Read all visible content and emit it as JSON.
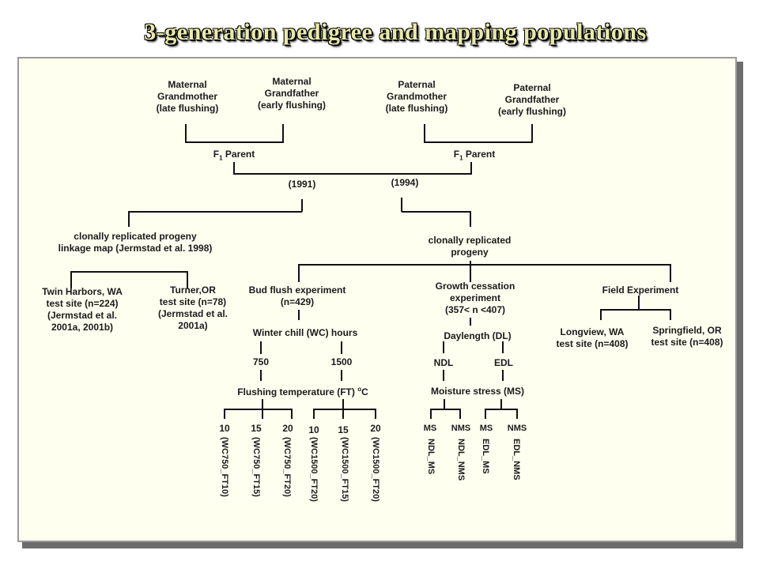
{
  "title": "3-generation pedigree and mapping populations",
  "nodes": {
    "mgm_1": "Maternal",
    "mgm_2": "Grandmother",
    "mgm_3": "(late flushing)",
    "mgf_1": "Maternal",
    "mgf_2": "Grandfather",
    "mgf_3": "(early flushing)",
    "pgm_1": "Paternal",
    "pgm_2": "Grandmother",
    "pgm_3": "(late flushing)",
    "pgf_1": "Paternal",
    "pgf_2": "Grandfather",
    "pgf_3": "(early flushing)",
    "f1_prefix": "F",
    "f1_sub": "1",
    "f1_suffix": " Parent",
    "year_1991": "(1991)",
    "year_1994": "(1994)",
    "crp_link_1": "clonally replicated progeny",
    "crp_link_2": "linkage map (Jermstad et al. 1998)",
    "crp_2_1": "clonally replicated",
    "crp_2_2": "progeny",
    "twin_1": "Twin Harbors, WA",
    "twin_2": "test site  (n=224)",
    "twin_3": "(Jermstad et al.",
    "twin_4": "2001a, 2001b)",
    "turner_1": "Turner,OR",
    "turner_2": "test site  (n=78)",
    "turner_3": "(Jermstad et al.",
    "turner_4": "2001a)",
    "bud_1": "Bud flush experiment",
    "bud_2": "(n=429)",
    "growth_1": "Growth cessation",
    "growth_2": "experiment",
    "growth_3": "(357< n <407)",
    "field": "Field Experiment",
    "wc": "Winter chill (WC)  hours",
    "wc_750": "750",
    "wc_1500": "1500",
    "ft_label": "Flushing temperature  (FT) ",
    "ft_sup": "o",
    "ft_unit": "C",
    "dl": "Daylength  (DL)",
    "ndl": "NDL",
    "edl": "EDL",
    "ms_label": "Moisture stress (MS)",
    "longview_1": "Longview, WA",
    "longview_2": "test site  (n=408)",
    "spring_1": "Springfield, OR",
    "spring_2": "test site  (n=408)",
    "temp_10": "10",
    "temp_15": "15",
    "temp_20": "20",
    "ms": "MS",
    "nms": "NMS"
  },
  "leaves": {
    "wc750_ft10": "(WC750_FT10)",
    "wc750_ft15": "(WC750_FT15)",
    "wc750_ft20": "(WC750_FT20)",
    "wc1500_ft20a": "(WC1500_FT20)",
    "wc1500_ft15": "(WC1500_FT15)",
    "wc1500_ft20b": "(WC1500_FT20)",
    "ndl_ms": "NDL_MS",
    "ndl_nms": "NDL_NMS",
    "edl_ms": "EDL_MS",
    "edl_nms": "EDL_NMS"
  }
}
